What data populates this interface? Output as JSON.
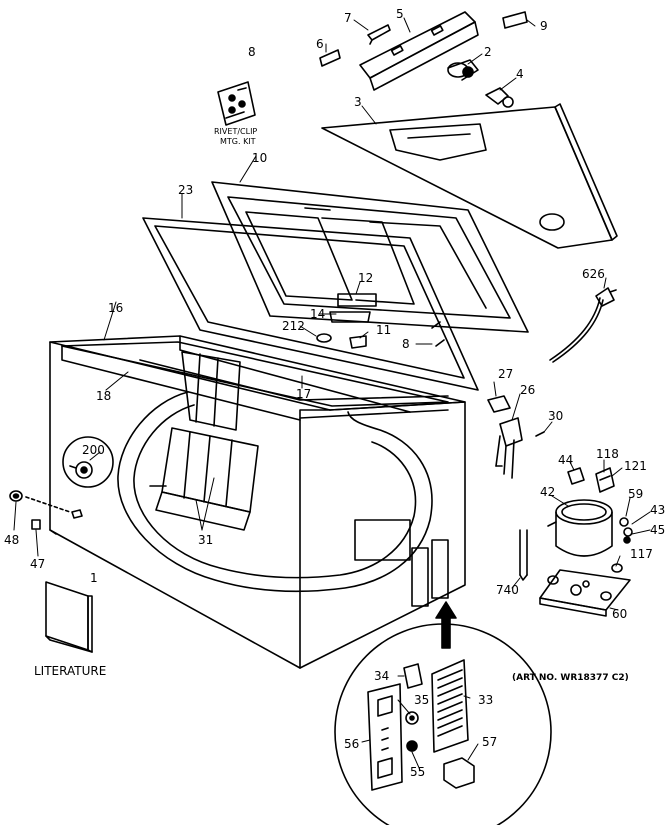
{
  "diagram": {
    "note": "(ART NO. WR18377 C2)",
    "literature_label": "LITERATURE",
    "kit_label_line1": "RIVET/CLIP",
    "kit_label_line2": "MTG. KIT",
    "part_numbers": {
      "p1": "1",
      "p2": "2",
      "p3": "3",
      "p4": "4",
      "p5": "5",
      "p6": "6",
      "p7": "7",
      "p8_top": "8",
      "p8_lid": "8",
      "p9": "9",
      "p10": "10",
      "p11": "11",
      "p12": "12",
      "p14": "14",
      "p16": "16",
      "p17": "17",
      "p18": "18",
      "p23": "23",
      "p26": "26",
      "p27": "27",
      "p30": "30",
      "p31": "31",
      "p33": "33",
      "p34": "34",
      "p35": "35",
      "p42": "42",
      "p43": "43",
      "p44": "44",
      "p45": "45",
      "p47": "47",
      "p48": "48",
      "p55": "55",
      "p56": "56",
      "p57": "57",
      "p59": "59",
      "p60": "60",
      "p117": "117",
      "p118": "118",
      "p121": "121",
      "p200": "200",
      "p212": "212",
      "p626": "626",
      "p740": "740"
    }
  }
}
